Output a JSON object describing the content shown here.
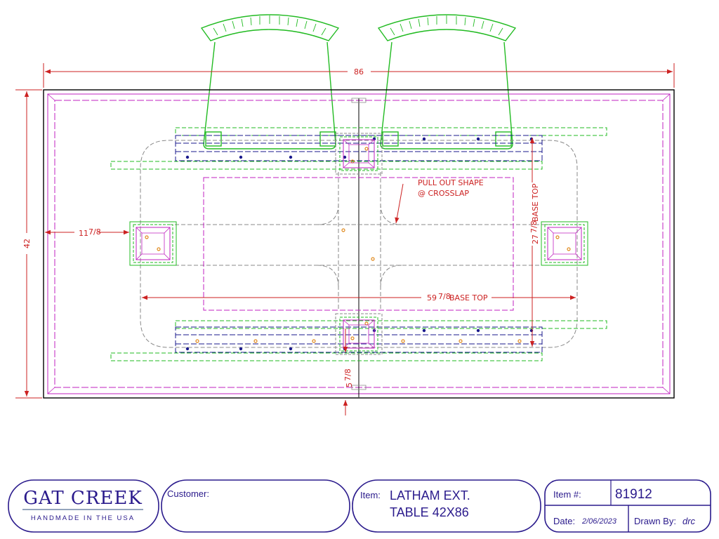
{
  "drawing": {
    "dim_overall_length": "86",
    "dim_overall_width": "42",
    "dim_left_offset": "11",
    "dim_left_offset_frac": "7/8",
    "dim_base_top_length": "59",
    "dim_base_top_length_frac": "7/8",
    "dim_base_top_length_label": "BASE TOP",
    "dim_base_top_width": "27",
    "dim_base_top_width_frac": "7/8",
    "dim_base_top_width_label": "BASE TOP",
    "dim_bottom_offset": "5",
    "dim_bottom_offset_frac": "7/8",
    "note_line1": "PULL OUT SHAPE",
    "note_line2": "@ CROSSLAP"
  },
  "title_block": {
    "logo_title": "GAT CREEK",
    "logo_tagline": "HANDMADE IN THE USA",
    "customer_label": "Customer:",
    "customer_value": "",
    "item_label": "Item:",
    "item_line1": "LATHAM EXT.",
    "item_line2": "TABLE 42X86",
    "item_number_label": "Item #:",
    "item_number_value": "81912",
    "date_label": "Date:",
    "date_value": "2/06/2023",
    "drawn_by_label": "Drawn By:",
    "drawn_by_value": "drc"
  },
  "colors": {
    "outline": "#000000",
    "dimension": "#cc2222",
    "magenta": "#c020c0",
    "green": "#22bb22",
    "navy": "#1a1a8c",
    "gray": "#888888",
    "orange": "#e08a1e",
    "title_block": "#2a1a8c"
  }
}
